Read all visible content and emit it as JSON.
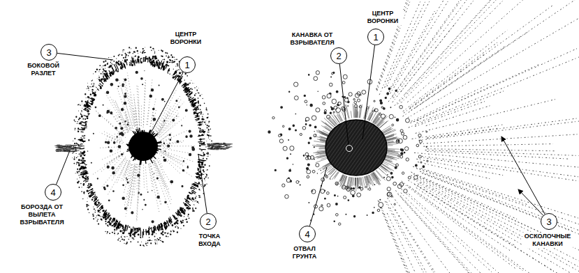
{
  "diagram": {
    "nodes": [
      {
        "text": [
          "3"
        ]
      },
      {
        "text": [
          "1"
        ]
      },
      {
        "text": [
          "4"
        ]
      },
      {
        "text": [
          "2"
        ]
      },
      {
        "text": [
          "2"
        ]
      },
      {
        "text": [
          "1"
        ]
      },
      {
        "text": [
          "4"
        ]
      },
      {
        "text": [
          "3"
        ]
      }
    ],
    "labels": [
      "БОКОВОЙ РАЗЛЕТ",
      "ЦЕНТР ВОРОНКИ",
      "БОРОЗДА ОТ ВЫЛЕТА ВЗРЫВАТЕЛЯ",
      "ТОЧКА ВХОДА",
      "КАНАВКА ОТ ВЗРЫВАТЕЛЯ",
      "ЦЕНТР ВОРОНКИ",
      "ОТВАЛ ГРУНТА",
      "ОСКОЛОЧНЫЕ КАНАВКИ"
    ]
  }
}
